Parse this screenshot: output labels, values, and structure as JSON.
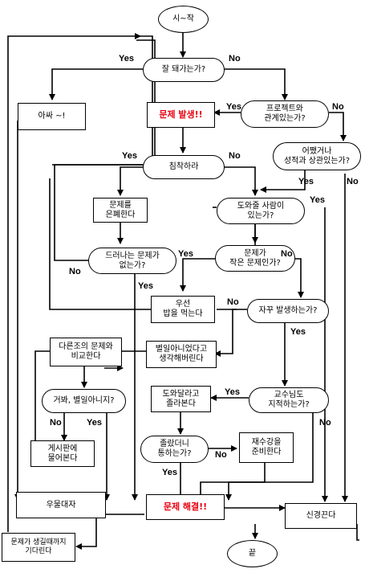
{
  "nodes": {
    "start": "시~작",
    "q_going_well": "잘 돼가는가?",
    "aha": "아싸 ~!",
    "problem_occurs": "문제 발생!!",
    "q_project_related": "프로젝트와\n관계있는가?",
    "q_grade_related": "어쨌거나\n성적과 상관있는가?",
    "stay_calm": "침착하라",
    "hide_problem": "문제를\n은폐한다",
    "q_helper": "도와줄 사람이\n있는가?",
    "q_visible": "드러나는 문제가\n없는가?",
    "q_small": "문제가\n작은 문제인가?",
    "get_scolded": "우선\n밥을 먹는다",
    "q_frequent": "자꾸 발생하는가?",
    "compare": "다른조의 문제와\n비교한다",
    "think_nothing": "별일아니었다고\n생각해버린다",
    "q_no_big_deal": "거봐, 별일아니지?",
    "ask_help": "도와달라고\n졸라본다",
    "q_professor": "교수님도\n지적하는가?",
    "board_post": "게시판에\n물어본다",
    "q_pestered": "졸랐더니\n통하는가?",
    "retake": "재수강을\n준비한다",
    "blame": "우물대자",
    "solved": "문제 해결!!",
    "nervous": "신경끈다",
    "wait": "문제가 생길때까지\n기다린다",
    "end": "끝"
  },
  "edge_labels": {
    "yes": "Yes",
    "no": "No"
  }
}
